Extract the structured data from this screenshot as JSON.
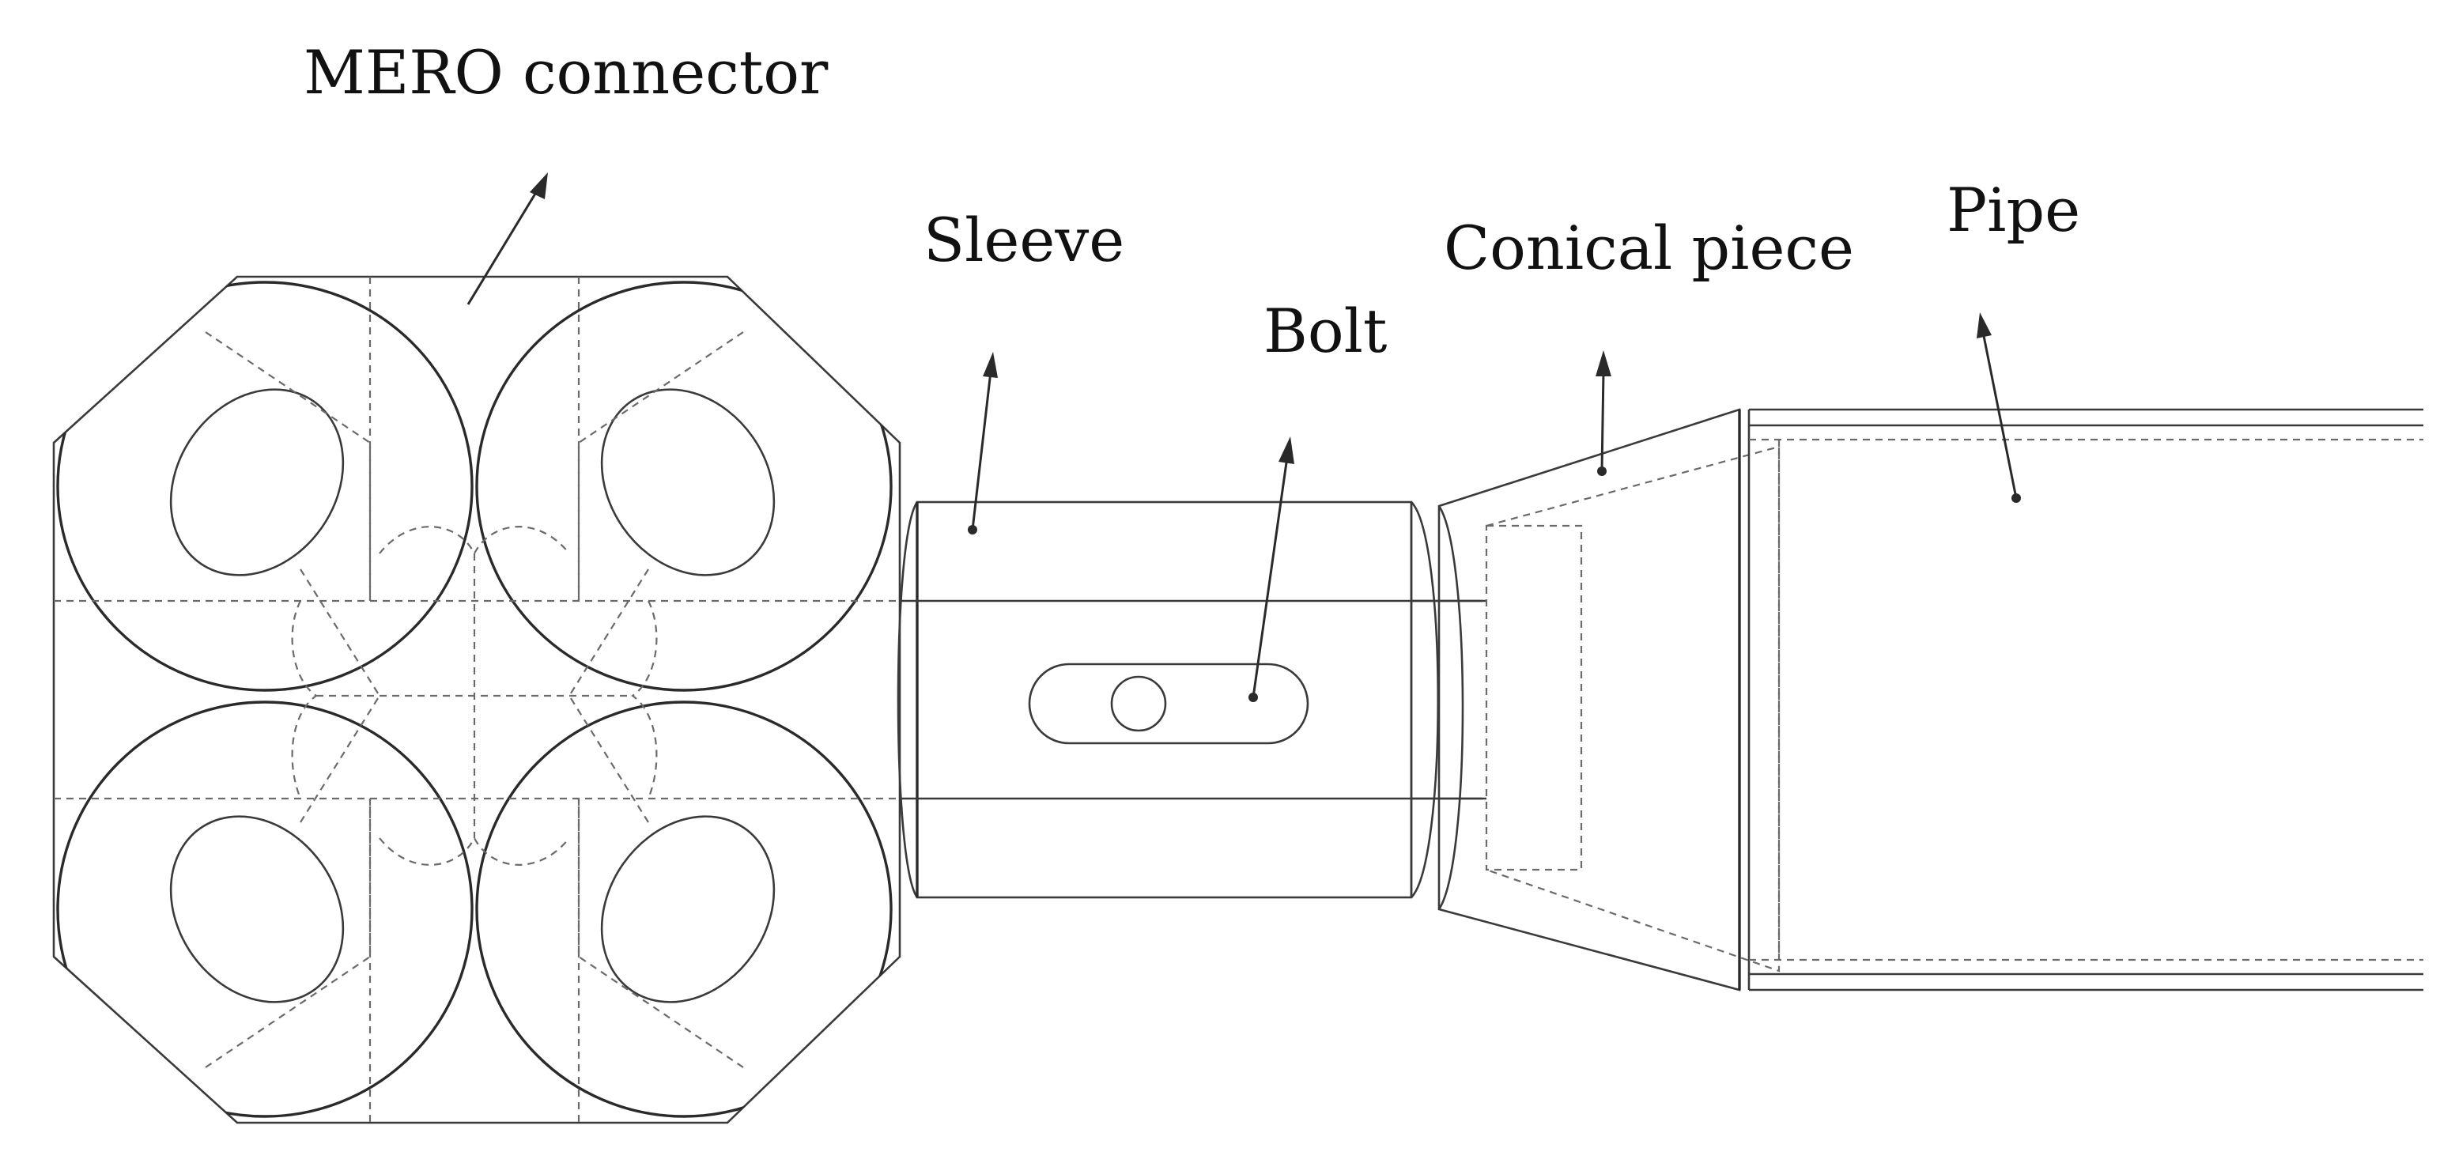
{
  "labels": {
    "mero_connector": "MERO connector",
    "sleeve": "Sleeve",
    "bolt": "Bolt",
    "conical_piece": "Conical piece",
    "pipe": "Pipe"
  },
  "colors": {
    "line": "#3a3a3a",
    "text": "#111111",
    "background": "#ffffff"
  }
}
